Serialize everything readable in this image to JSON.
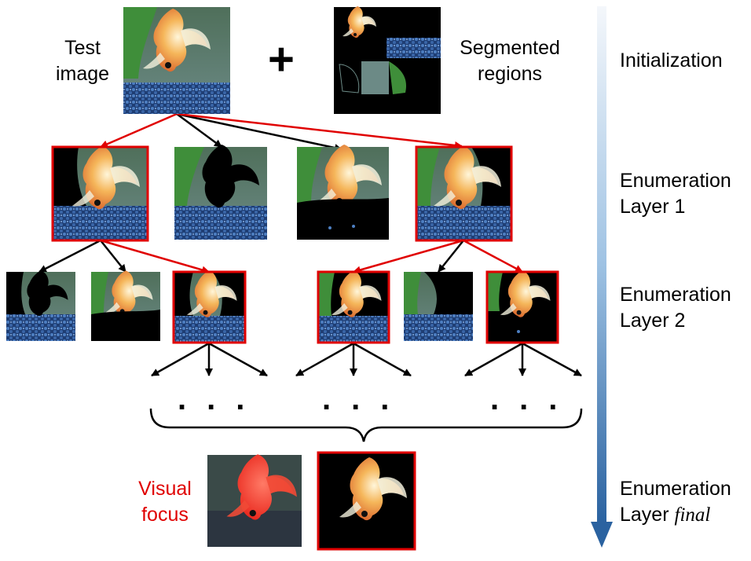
{
  "labels": {
    "test_image": [
      "Test",
      "image"
    ],
    "plus": "+",
    "segmented_regions": [
      "Segmented",
      "regions"
    ],
    "visual_focus": [
      "Visual",
      "focus"
    ]
  },
  "stages": {
    "initialization": "Initialization",
    "layer1": [
      "Enumeration",
      "Layer 1"
    ],
    "layer2": [
      "Enumeration",
      "Layer 2"
    ],
    "final_prefix": "Enumeration",
    "final_layer": "Layer",
    "final_word": "final"
  },
  "ellipsis": "...",
  "colors": {
    "selected_border": "#e00000",
    "highlight_arrow": "#e00000",
    "normal_arrow": "#000000",
    "visual_focus_text": "#e00000",
    "progress_bar_top": "#f4f7fb",
    "progress_bar_bottom": "#2a62a0"
  }
}
